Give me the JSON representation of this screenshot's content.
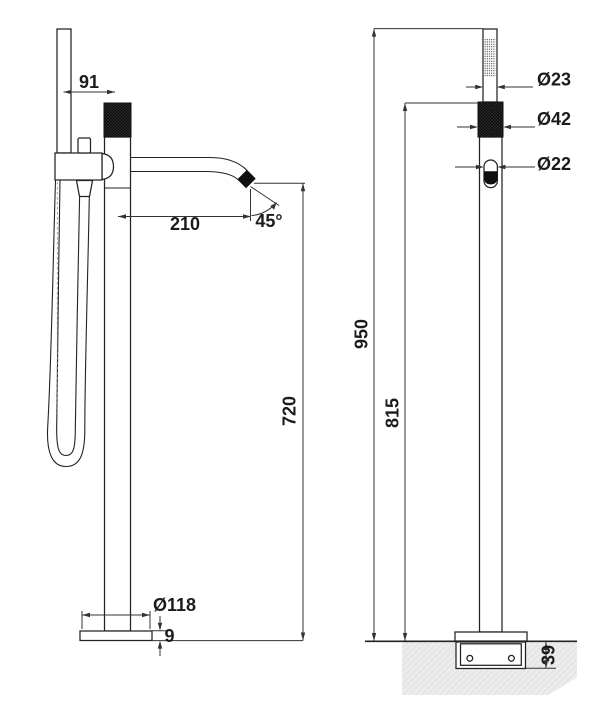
{
  "drawing": {
    "type": "technical dimension drawing",
    "subject": "freestanding bath shower mixer with hand shower — front and side elevations",
    "front_view": {
      "dim_handshower_offset": "91",
      "dim_spout_reach": "210",
      "dim_spout_angle": "45°",
      "dim_spout_height": "720",
      "dim_base_diameter": "Ø118",
      "dim_base_thickness": "9"
    },
    "side_view": {
      "dim_handshower_diameter": "Ø23",
      "dim_handle_diameter": "Ø42",
      "dim_spout_stub_diameter": "Ø22",
      "dim_overall_height": "950",
      "dim_handle_top_height": "815",
      "dim_floor_recess_depth": "39"
    },
    "colors": {
      "line": "#2a2a2a",
      "dark_fill": "#0f0f0f",
      "floor_fill": "#ececec",
      "background": "#ffffff"
    }
  }
}
